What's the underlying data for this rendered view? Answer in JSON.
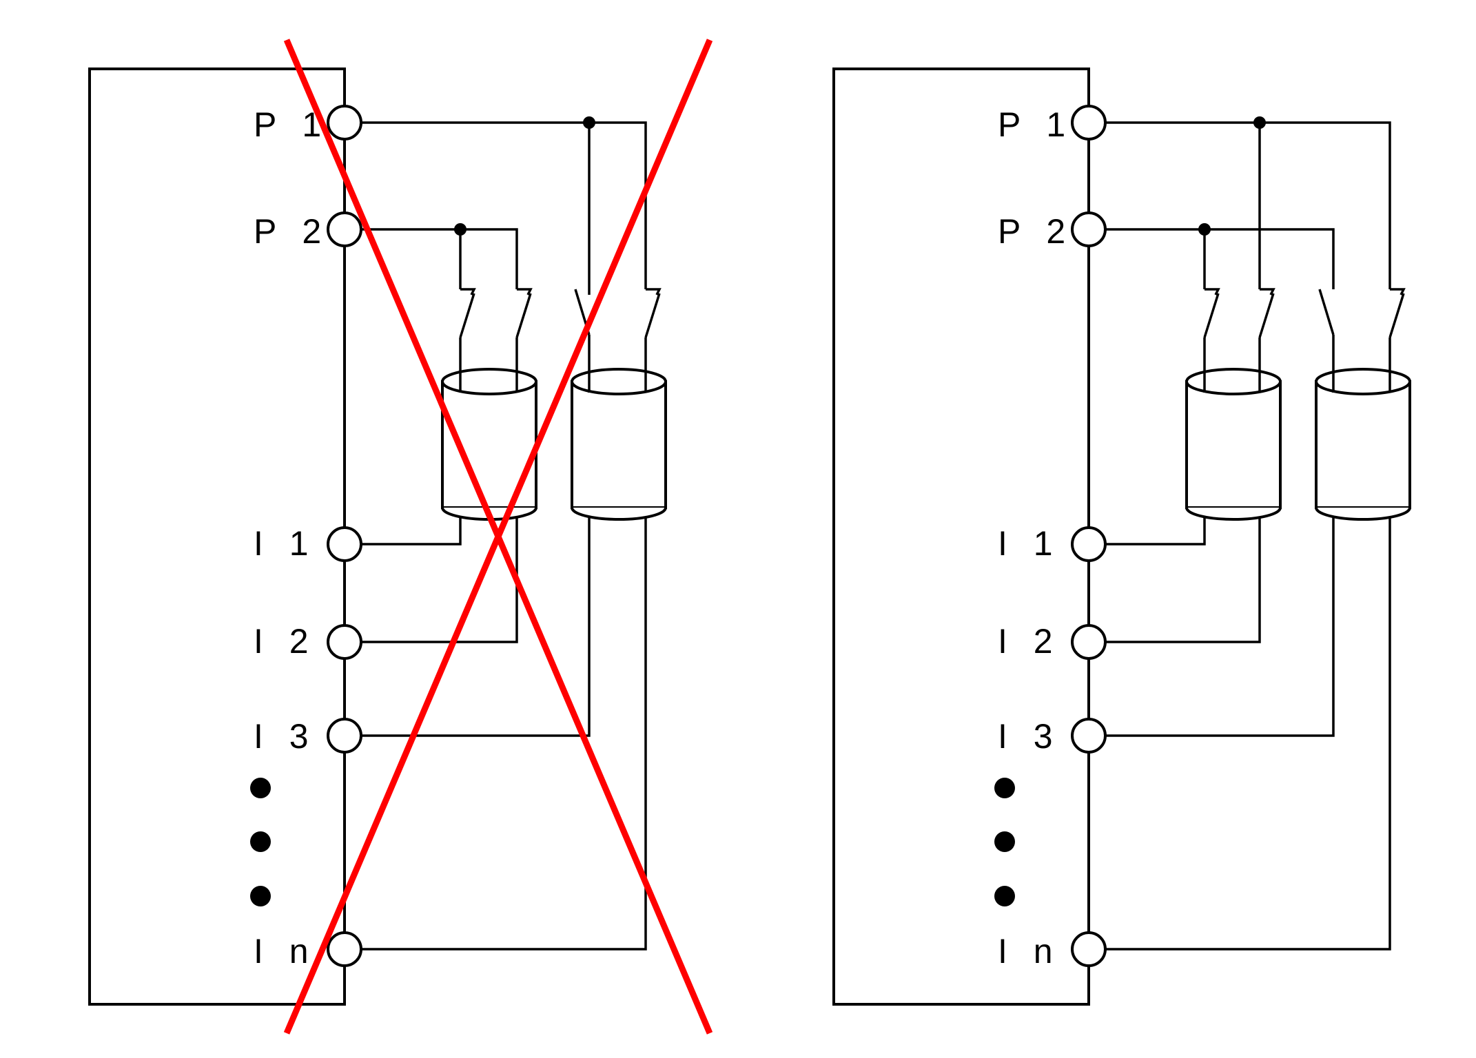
{
  "colors": {
    "line": "#000000",
    "cross": "#ff0000",
    "background": "#ffffff"
  },
  "terminals": [
    "P 1",
    "P 2",
    "I 1",
    "I 2",
    "I 3",
    "I n"
  ],
  "ellipsis_marks": 3,
  "diagrams": [
    {
      "id": "incorrect",
      "crossed_out": true,
      "description_state": "wrong wiring"
    },
    {
      "id": "correct",
      "crossed_out": false,
      "description_state": "correct wiring"
    }
  ]
}
